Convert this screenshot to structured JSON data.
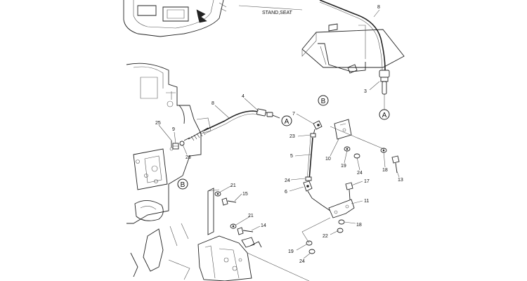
{
  "diagram": {
    "header_label": "STAND,SEAT",
    "ref_markers": [
      "A",
      "A",
      "B",
      "B"
    ],
    "callouts": {
      "c8_top": "8",
      "c3": "3",
      "c4": "4",
      "c8_cable": "8",
      "c25": "25",
      "c9": "9",
      "c26": "26",
      "c7": "7",
      "c23": "23",
      "c5": "5",
      "c24_a": "24",
      "c6": "6",
      "c10": "10",
      "c19_a": "19",
      "c24_b": "24",
      "c18_a": "18",
      "c13": "13",
      "c17": "17",
      "c11": "11",
      "c18_b": "18",
      "c22": "22",
      "c19_b": "19",
      "c24_c": "24",
      "c21_a": "21",
      "c15": "15",
      "c21_b": "21",
      "c14": "14"
    }
  }
}
